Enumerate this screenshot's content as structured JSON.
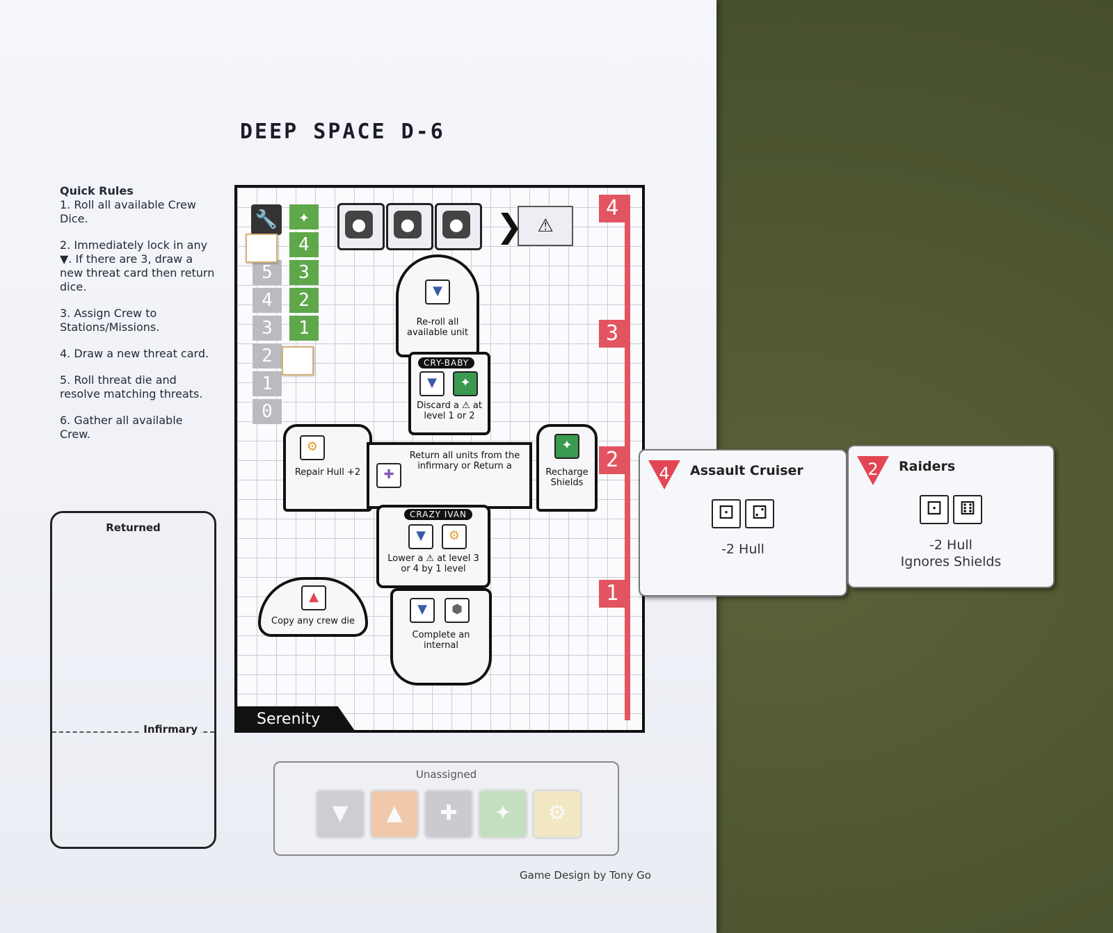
{
  "title": "DEEP SPACE D-6",
  "quick_rules": {
    "heading": "Quick Rules",
    "steps": [
      "1. Roll all available Crew Dice.",
      "2. Immediately lock in any ▼. If there are 3, draw a new threat card then return dice.",
      "3. Assign Crew to Stations/Missions.",
      "4. Draw a new threat card.",
      "5. Roll threat die and resolve matching threats.",
      "6. Gather all available Crew."
    ]
  },
  "crew_box": {
    "returned": "Returned",
    "infirmary": "Infirmary"
  },
  "board": {
    "ship_name": "Serenity",
    "grey_scale": [
      "5",
      "4",
      "3",
      "2",
      "1",
      "0"
    ],
    "green_scale": [
      "4",
      "3",
      "2",
      "1"
    ],
    "threat_levels": [
      "4",
      "3",
      "2",
      "1"
    ],
    "stations": {
      "top": "Re-roll all available unit",
      "crybaby_tag": "CRY-BABY",
      "crybaby_text": "Discard a ⚠ at level 1 or 2",
      "repair": "Repair Hull +2",
      "infirmary": "Return all units from the infirmary or Return a",
      "recharge": "Recharge Shields",
      "crazyivan_tag": "CRAZY IVAN",
      "crazyivan_text": "Lower a ⚠ at level 3 or 4 by 1 level",
      "shuttle": "Copy any crew die",
      "internal": "Complete an internal"
    }
  },
  "unassigned": {
    "label": "Unassigned"
  },
  "credit": "Game Design by Tony Go",
  "cards": [
    {
      "level": "4",
      "name": "Assault Cruiser",
      "dice": [
        "⚀",
        "⚁"
      ],
      "effect": "-2 Hull",
      "effect2": ""
    },
    {
      "level": "2",
      "name": "Raiders",
      "dice": [
        "⚀",
        "⚅"
      ],
      "effect": "-2 Hull",
      "effect2": "Ignores Shields"
    }
  ]
}
